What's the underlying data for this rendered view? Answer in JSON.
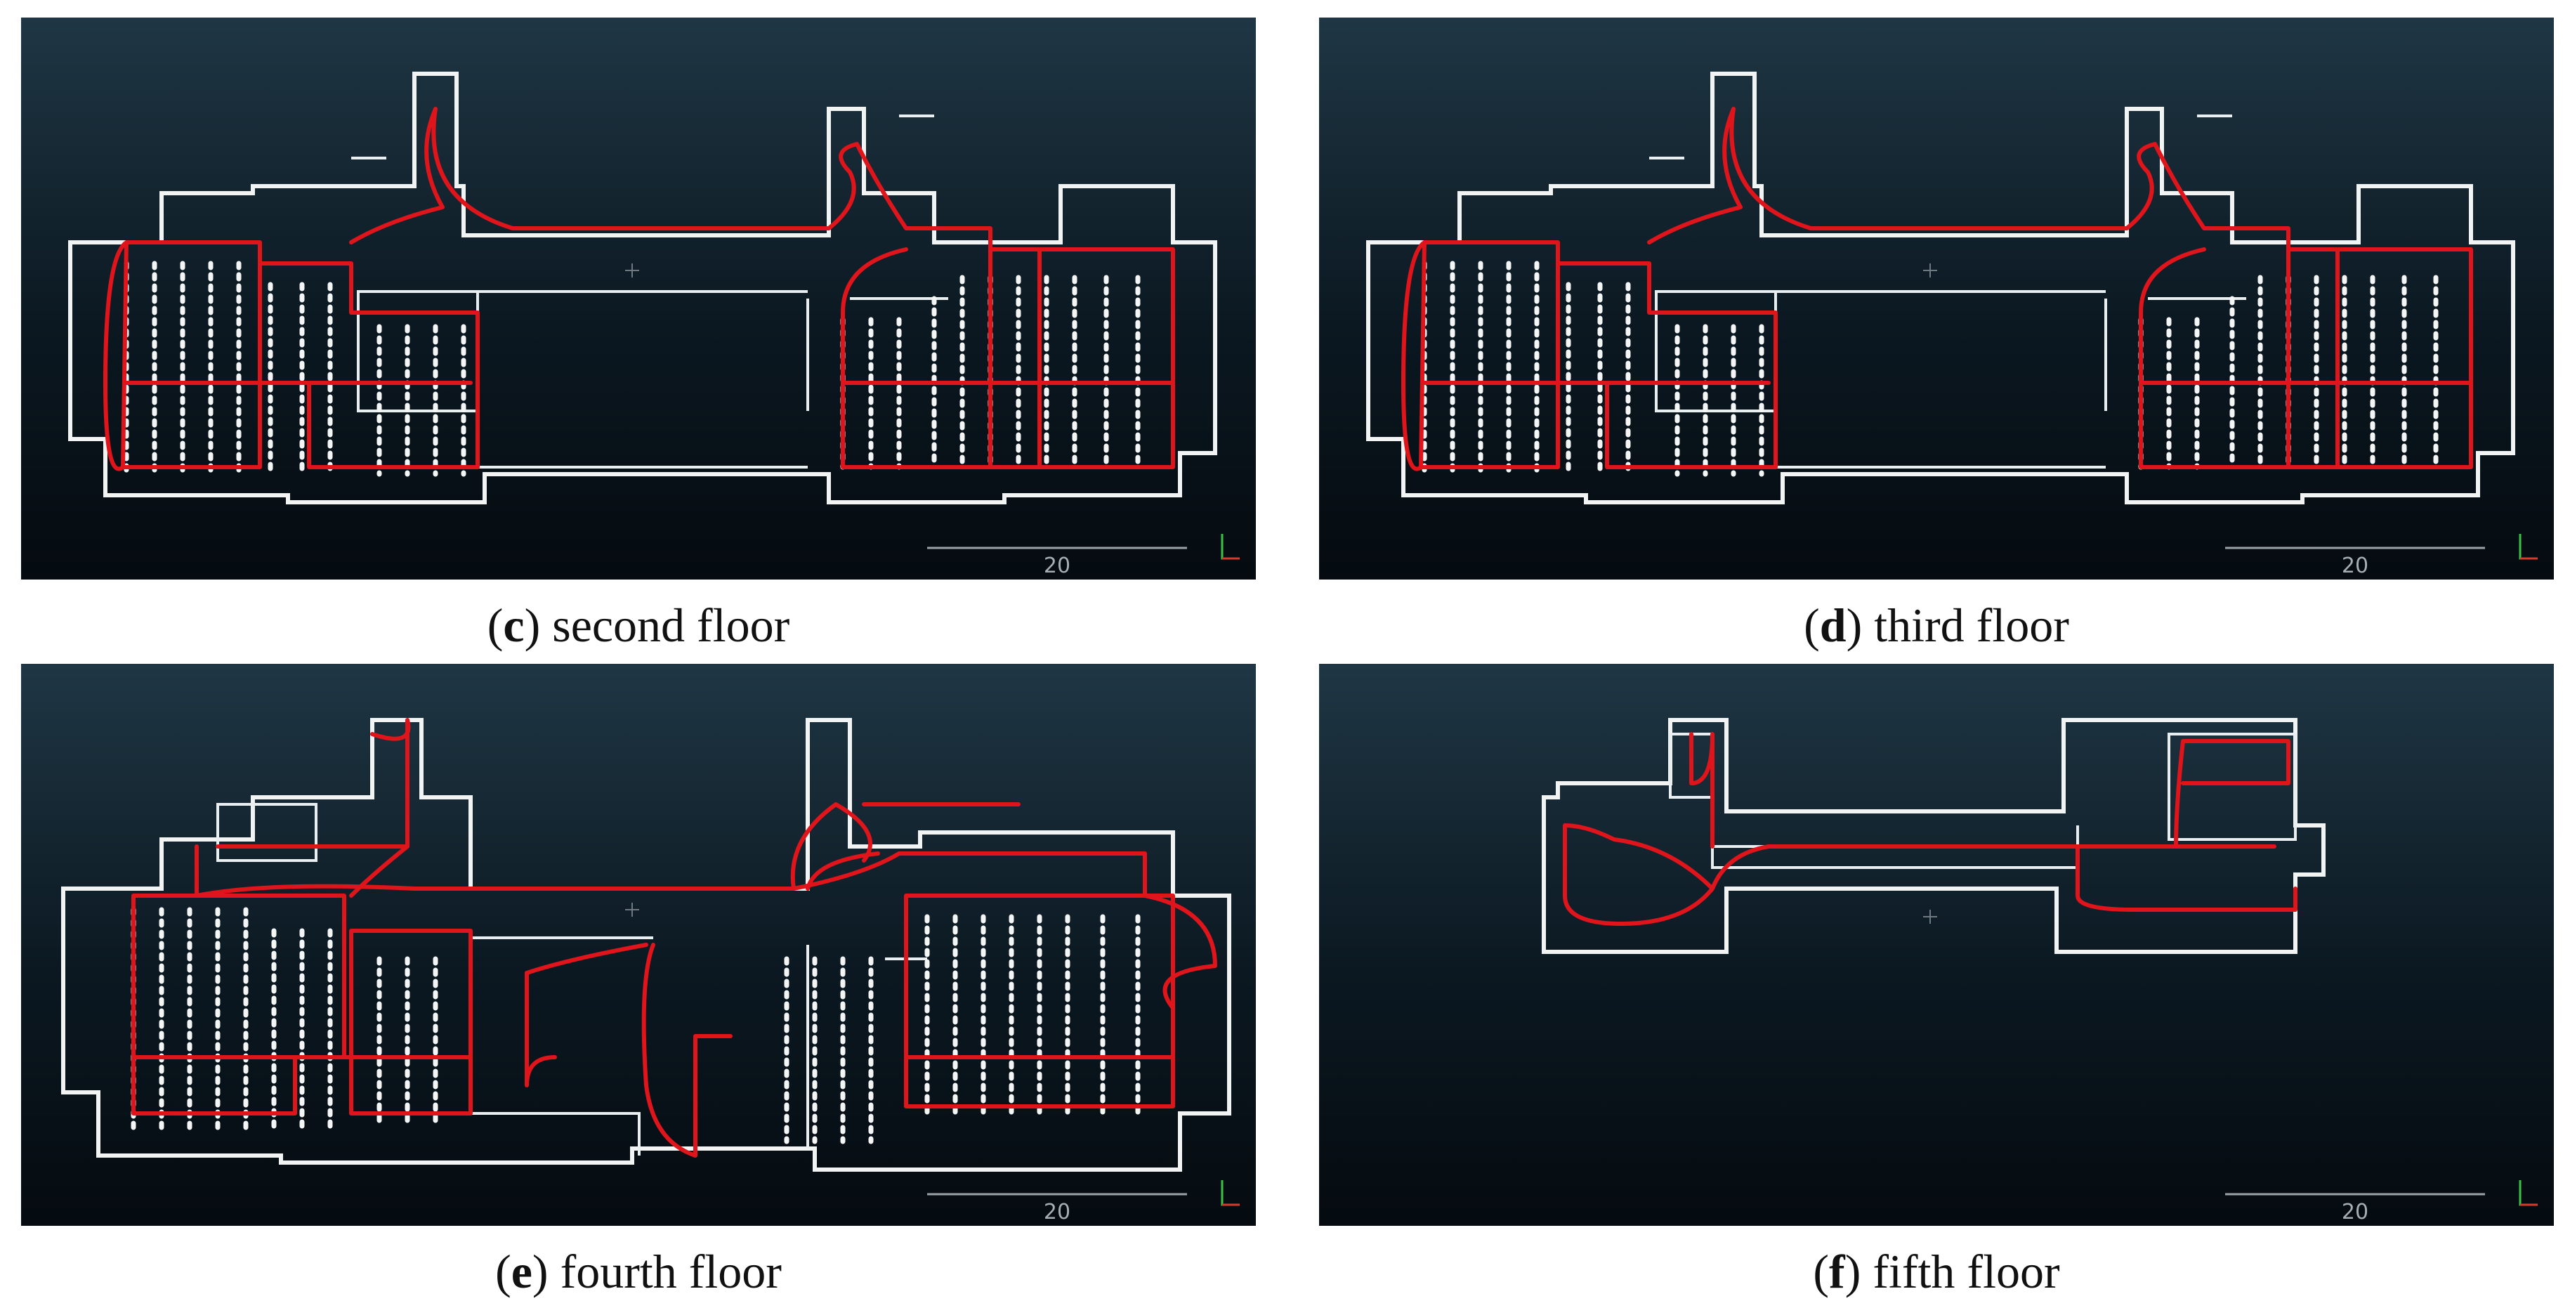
{
  "panels": [
    {
      "id": "c",
      "letter": "c",
      "text": "second floor",
      "scale_label": "20"
    },
    {
      "id": "d",
      "letter": "d",
      "text": "third floor",
      "scale_label": "20"
    },
    {
      "id": "e",
      "letter": "e",
      "text": "fourth floor",
      "scale_label": "20"
    },
    {
      "id": "f",
      "letter": "f",
      "text": "fifth floor",
      "scale_label": "20"
    }
  ],
  "colors": {
    "trajectory": "#e0141b",
    "walls": "#f2f4f4",
    "background_top": "#1f3644",
    "background_bottom": "#050b10"
  }
}
